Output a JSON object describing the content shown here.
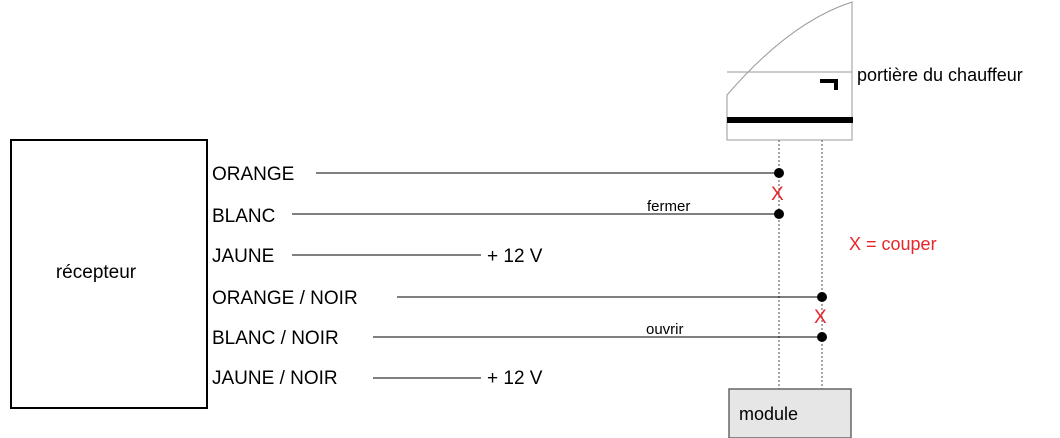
{
  "colors": {
    "line": "#000000",
    "cut": "#e8262a",
    "module_fill": "#e6e6e6",
    "door_fill": "#ffffff"
  },
  "receiver": {
    "label": "récepteur"
  },
  "door": {
    "label": "portière du chauffeur"
  },
  "module": {
    "label": "module"
  },
  "wires": [
    {
      "label": "ORANGE"
    },
    {
      "label": "BLANC",
      "note": "fermer"
    },
    {
      "label": "JAUNE",
      "supply": "+ 12 V"
    },
    {
      "label": "ORANGE / NOIR"
    },
    {
      "label": "BLANC / NOIR",
      "note": "ouvrir"
    },
    {
      "label": "JAUNE / NOIR",
      "supply": "+ 12 V"
    }
  ],
  "cut_marks": [
    "X",
    "X"
  ],
  "legend": {
    "cut": "X = couper"
  },
  "icons": [
    "cut-mark-icon",
    "connection-dot-icon"
  ]
}
